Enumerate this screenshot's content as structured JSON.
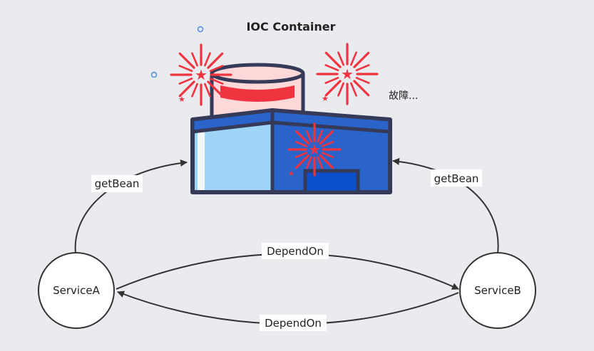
{
  "diagram": {
    "title": "IOC Container",
    "status_note": "故障...",
    "nodes": {
      "service_a": "ServiceA",
      "service_b": "ServiceB"
    },
    "edges": {
      "a_to_container": "getBean",
      "b_to_container": "getBean",
      "a_to_b": "DependOn",
      "b_to_a": "DependOn"
    },
    "colors": {
      "background": "#e9ebee",
      "building_blue": "#2a63c9",
      "building_light": "#9fd6f7",
      "outline": "#343a57",
      "firework_red": "#f0343f",
      "tank_pink": "#ffd9d9"
    }
  }
}
